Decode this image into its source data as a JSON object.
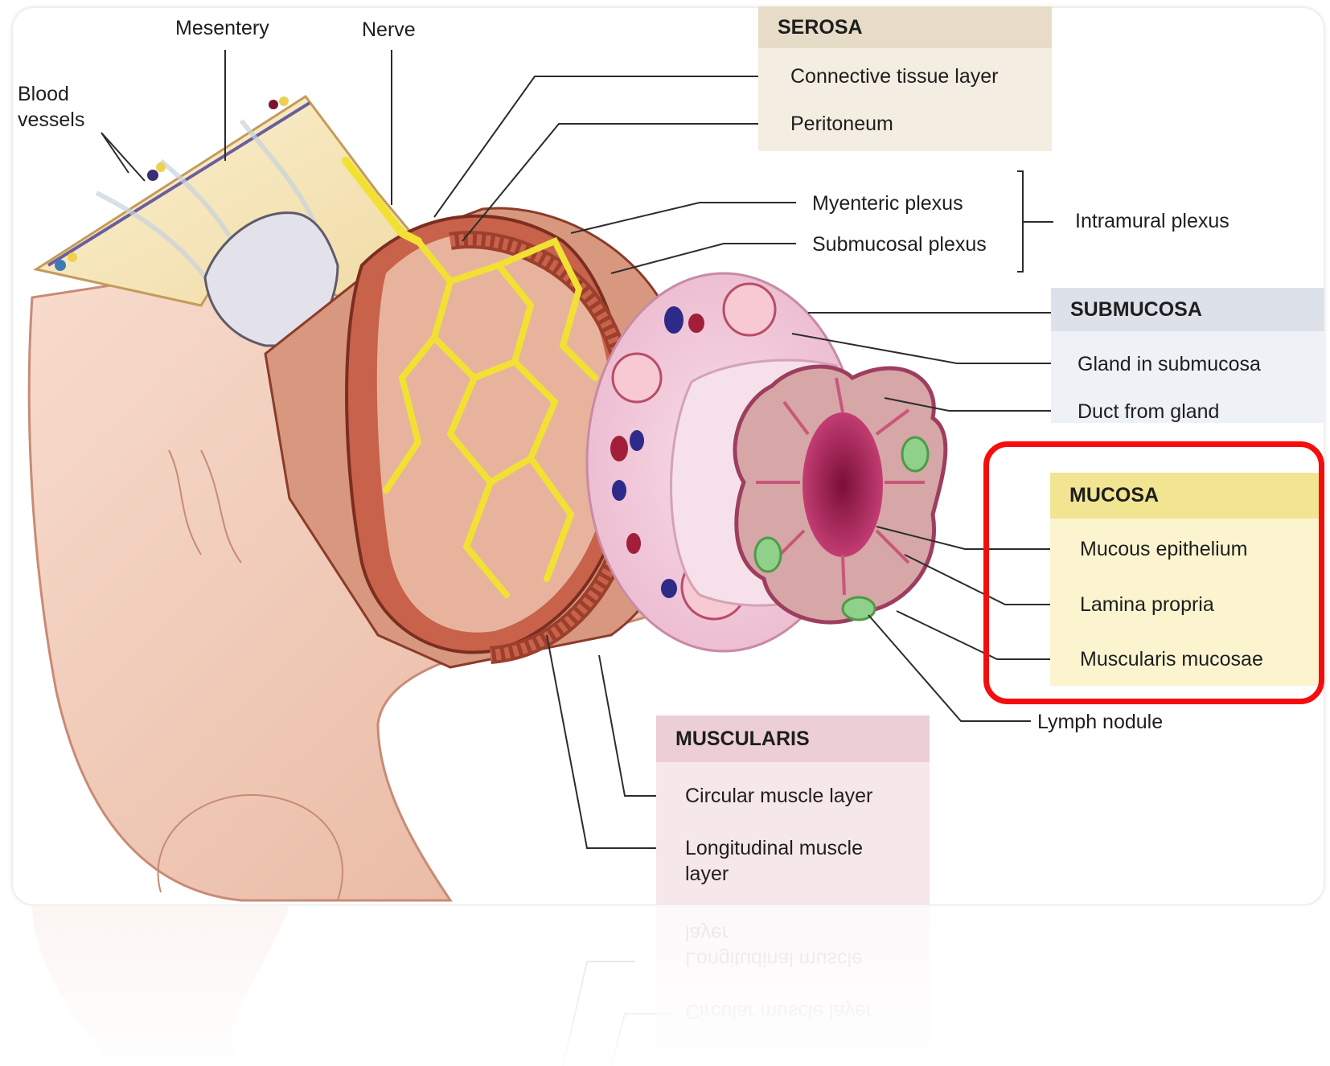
{
  "labels": {
    "mesentery": "Mesentery",
    "nerve": "Nerve",
    "blood_vessels_1": "Blood",
    "blood_vessels_2": "vessels",
    "myenteric": "Myenteric plexus",
    "submucosal": "Submucosal plexus",
    "intramural": "Intramural plexus",
    "lymph_nodule": "Lymph nodule"
  },
  "serosa": {
    "title": "SEROSA",
    "items": [
      "Connective tissue layer",
      "Peritoneum"
    ]
  },
  "submucosa": {
    "title": "SUBMUCOSA",
    "items": [
      "Gland in submucosa",
      "Duct from gland"
    ]
  },
  "mucosa": {
    "title": "MUCOSA",
    "items": [
      "Mucous epithelium",
      "Lamina propria",
      "Muscularis mucosae"
    ]
  },
  "muscularis": {
    "title": "MUSCULARIS",
    "items": [
      "Circular muscle layer",
      "Longitudinal muscle",
      "layer"
    ]
  },
  "colors": {
    "highlight": "#f50d0d",
    "muscle": "#c8624b",
    "plexus": "#f2e133",
    "submucosa_tissue": "#f0c9da",
    "mucosa_tissue": "#d7a6a6",
    "lumen": "#a31d52"
  }
}
